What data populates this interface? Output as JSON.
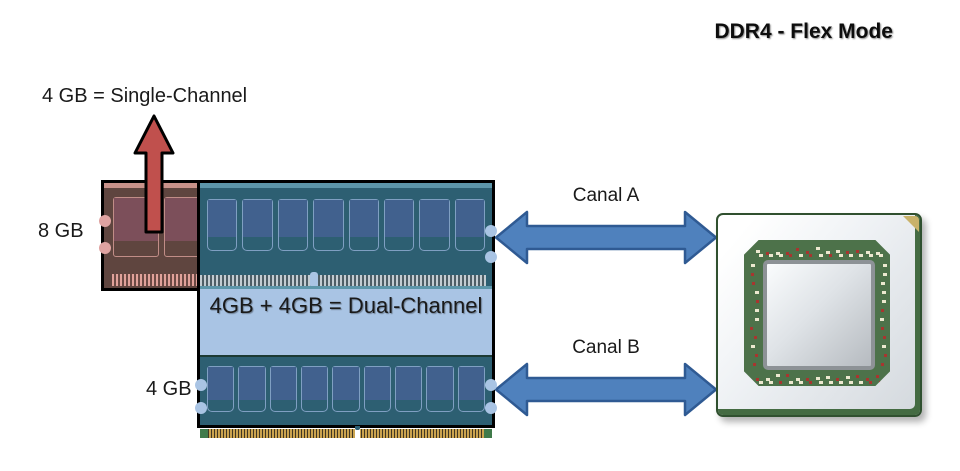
{
  "title": "DDR4 - Flex Mode",
  "diagram": {
    "single_channel_label": "4 GB = Single-Channel",
    "dual_channel_label": "4GB + 4GB = Dual-Channel",
    "module_8gb_label": "8 GB",
    "module_4gb_label": "4 GB",
    "channel_a_label": "Canal A",
    "channel_b_label": "Canal B"
  },
  "colors": {
    "accent_blue": "#4f81bd",
    "arrow_border_blue": "#2f5a93",
    "arrow_red": "#c0504d",
    "ram_teal": "#2d5f72",
    "ram_strip_cyan": "#5d96aa",
    "chip_blue": "#41618e",
    "chip_outline": "#7f9fc2",
    "panel_light_blue": "#a9c4e4",
    "ram_red_body": "#5f453f",
    "ram_red_chip": "#7c4f5a",
    "pcb_green": "#4d724a",
    "pin_gold": "#caa34f"
  }
}
